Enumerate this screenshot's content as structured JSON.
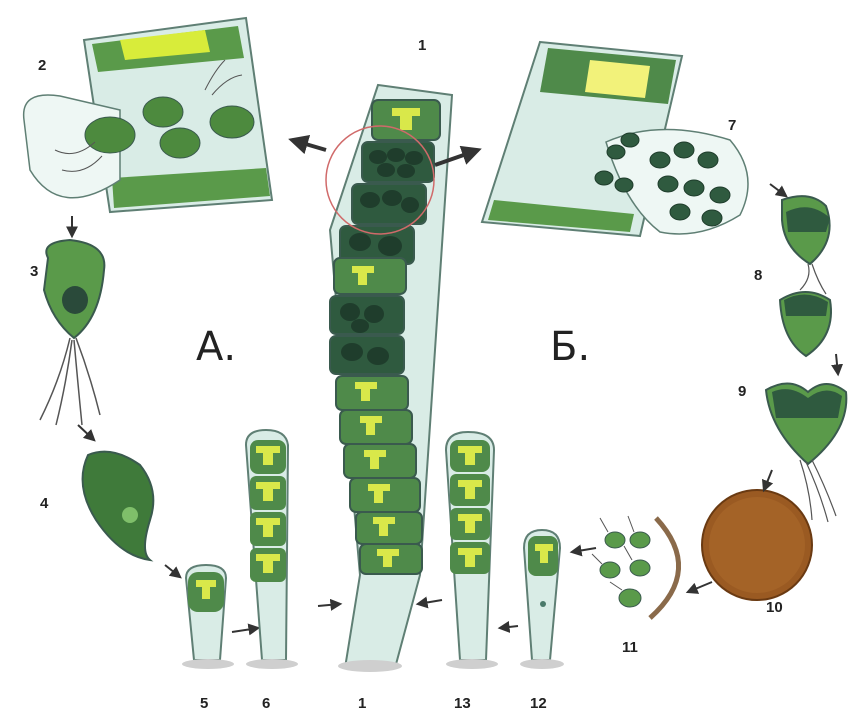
{
  "section_labels": {
    "left": "А.",
    "right": "Б."
  },
  "stage_labels": {
    "s1_top": "1",
    "s2": "2",
    "s3": "3",
    "s4": "4",
    "s5": "5",
    "s6": "6",
    "s1_bottom": "1",
    "s13": "13",
    "s12": "12",
    "s11": "11",
    "s10": "10",
    "s9": "9",
    "s8": "8",
    "s7": "7"
  },
  "colors": {
    "cell_wall": "#d9ece6",
    "cell_outline": "#5f7f74",
    "chloroplast_dark": "#2f6a3f",
    "chloroplast_light": "#c9e23a",
    "spore": "#5a8e3c",
    "zygote": "#9a5a22",
    "arrow": "#333333"
  }
}
